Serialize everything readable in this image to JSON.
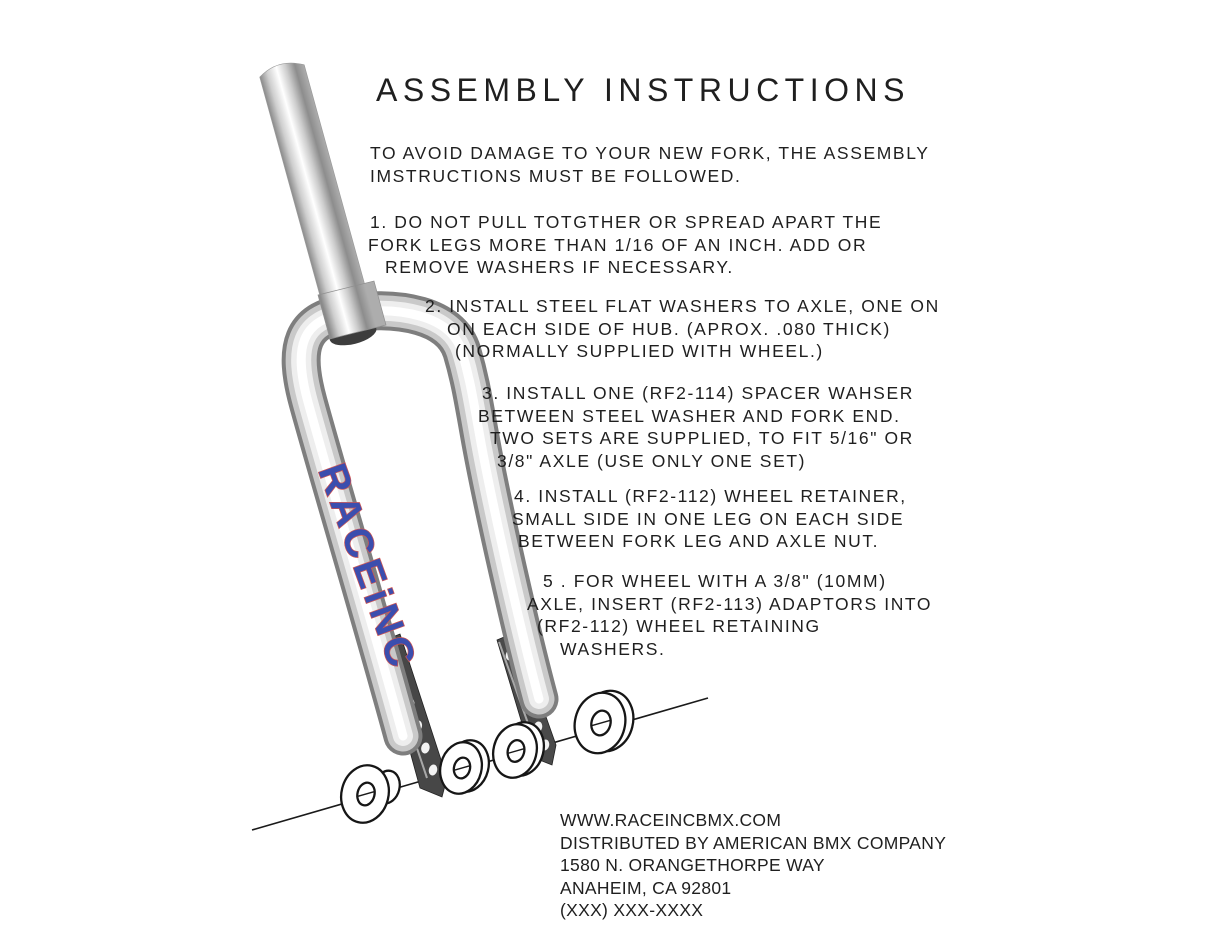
{
  "document": {
    "title": "ASSEMBLY INSTRUCTIONS",
    "intro": {
      "lines": [
        "TO AVOID DAMAGE TO YOUR NEW FORK, THE ASSEMBLY",
        "IMSTRUCTIONS MUST BE FOLLOWED."
      ]
    },
    "steps": [
      {
        "lines": [
          "1. DO NOT PULL TOTGTHER OR SPREAD APART THE",
          "FORK LEGS MORE THAN 1/16 OF AN INCH. ADD OR",
          "REMOVE WASHERS IF NECESSARY."
        ]
      },
      {
        "lines": [
          "2. INSTALL STEEL FLAT WASHERS TO AXLE, ONE ON",
          "ON EACH SIDE OF HUB. (APROX. .080 THICK)",
          "(NORMALLY SUPPLIED WITH WHEEL.)"
        ]
      },
      {
        "lines": [
          "3. INSTALL ONE (RF2-114) SPACER WAHSER",
          "BETWEEN STEEL WASHER AND FORK END.",
          "TWO SETS ARE SUPPLIED, TO FIT 5/16\" OR",
          "3/8\" AXLE (USE ONLY ONE SET)"
        ]
      },
      {
        "lines": [
          "4. INSTALL (RF2-112) WHEEL RETAINER,",
          "SMALL SIDE IN ONE LEG ON EACH SIDE",
          "BETWEEN FORK LEG AND AXLE NUT."
        ]
      },
      {
        "lines": [
          "5 . FOR WHEEL WITH A 3/8\" (10MM)",
          "AXLE, INSERT (RF2-113) ADAPTORS INTO",
          "(RF2-112) WHEEL RETAINING",
          "WASHERS."
        ]
      }
    ],
    "footer": {
      "lines": [
        "WWW.RACEINCBMX.COM",
        "DISTRIBUTED BY AMERICAN BMX COMPANY",
        "1580 N. ORANGETHORPE WAY",
        "ANAHEIM, CA 92801",
        "(XXX) XXX-XXXX"
      ]
    }
  },
  "illustration": {
    "decal_text": "RACEiNC",
    "decal_fill": "#3b4eae",
    "decal_outline": "#cc5555"
  },
  "colors": {
    "text": "#1f1f1f",
    "background": "#ffffff"
  }
}
